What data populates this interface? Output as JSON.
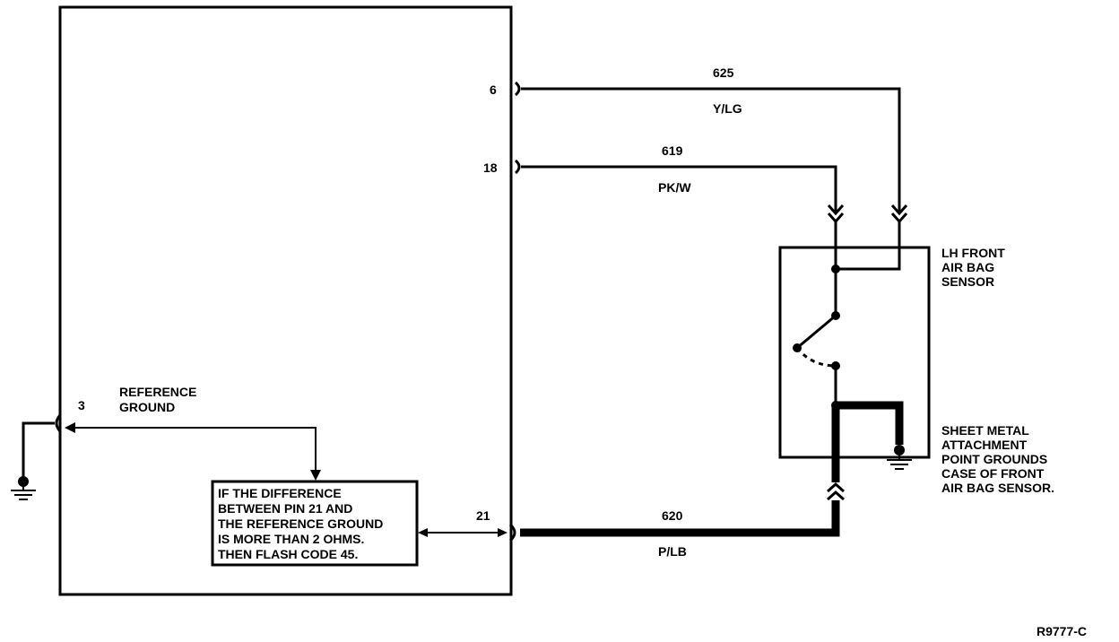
{
  "module": {
    "pins": {
      "pin_6": "6",
      "pin_18": "18",
      "pin_3": "3",
      "pin_21": "21"
    },
    "reference_ground_label": [
      "REFERENCE",
      "GROUND"
    ]
  },
  "wires": {
    "w625": {
      "circuit": "625",
      "color_code": "Y/LG"
    },
    "w619": {
      "circuit": "619",
      "color_code": "PK/W"
    },
    "w620": {
      "circuit": "620",
      "color_code": "P/LB"
    }
  },
  "sensor": {
    "label": [
      "LH FRONT",
      "AIR BAG",
      "SENSOR"
    ]
  },
  "ground_note": {
    "lines": [
      "SHEET METAL",
      "ATTACHMENT",
      "POINT GROUNDS",
      "CASE OF FRONT",
      "AIR BAG SENSOR."
    ]
  },
  "test_note": {
    "lines": [
      "IF THE DIFFERENCE",
      "BETWEEN PIN 21 AND",
      "THE REFERENCE GROUND",
      "IS MORE THAN 2 OHMS.",
      "THEN FLASH CODE 45."
    ]
  },
  "figure_id": "R9777-C"
}
